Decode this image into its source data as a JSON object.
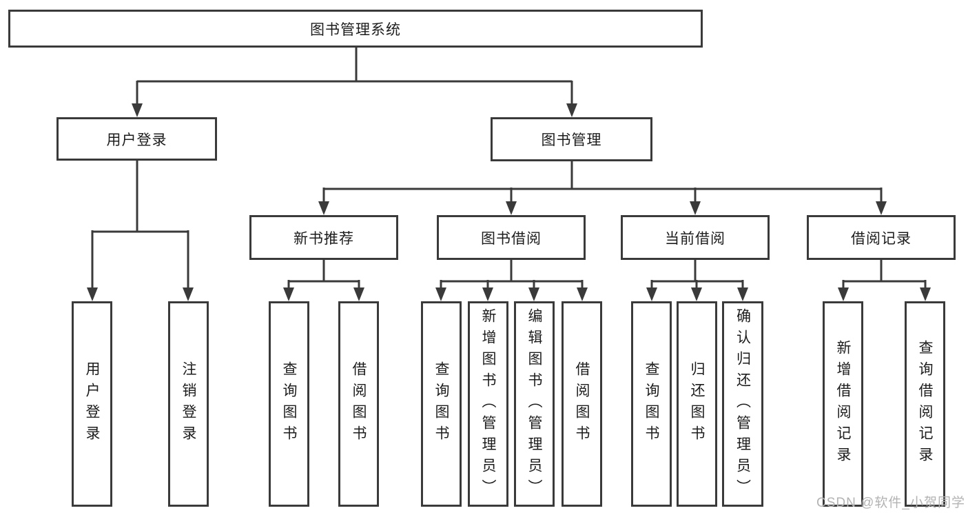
{
  "diagram": {
    "title": "图书管理系统",
    "branches": [
      {
        "label": "用户登录",
        "children": [
          "用户登录",
          "注销登录"
        ]
      },
      {
        "label": "图书管理",
        "sections": [
          {
            "label": "新书推荐",
            "children": [
              "查询图书",
              "借阅图书"
            ]
          },
          {
            "label": "图书借阅",
            "children": [
              "查询图书",
              "新增图书（管理员）",
              "编辑图书（管理员）",
              "借阅图书"
            ]
          },
          {
            "label": "当前借阅",
            "children": [
              "查询图书",
              "归还图书",
              "确认归还（管理员）"
            ]
          },
          {
            "label": "借阅记录",
            "children": [
              "新增借阅记录",
              "查询借阅记录"
            ]
          }
        ]
      }
    ]
  },
  "watermark": {
    "text": "CSDN @软件_小贺同学"
  },
  "colors": {
    "line": "#3a3a3a",
    "box_border": "#3a3a3a",
    "text": "#1c1c1c",
    "watermark": "#b3b3b3",
    "background": "#ffffff"
  }
}
